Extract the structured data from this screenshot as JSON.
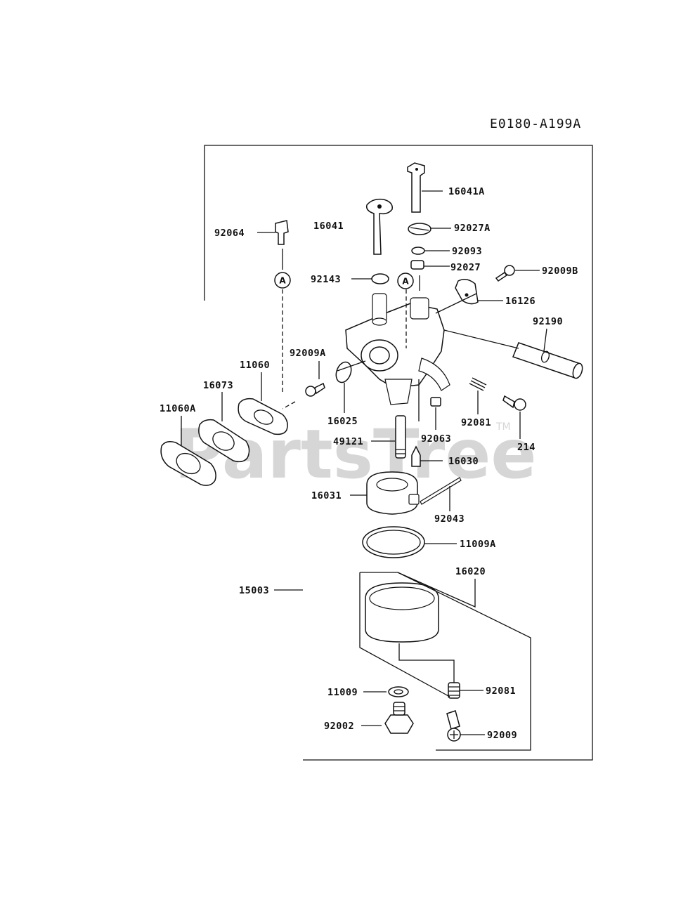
{
  "diagram_ref": "E0180-A199A",
  "watermark": "PartsTree",
  "watermark_mark": "TM",
  "callout_circles": [
    "A",
    "A"
  ],
  "labels": {
    "p16041A": "16041A",
    "p16041": "16041",
    "p92064": "92064",
    "p92027A": "92027A",
    "p92093": "92093",
    "p92027": "92027",
    "p92143": "92143",
    "p92009B": "92009B",
    "p16126": "16126",
    "p92190": "92190",
    "p92009A": "92009A",
    "p11060": "11060",
    "p16073": "16073",
    "p11060A": "11060A",
    "p16025": "16025",
    "p92081_top": "92081",
    "p214": "214",
    "p92063": "92063",
    "p49121": "49121",
    "p16030": "16030",
    "p16031": "16031",
    "p92043": "92043",
    "p11009A": "11009A",
    "p16020": "16020",
    "p15003": "15003",
    "p11009": "11009",
    "p92081_bot": "92081",
    "p92002": "92002",
    "p92009": "92009"
  }
}
